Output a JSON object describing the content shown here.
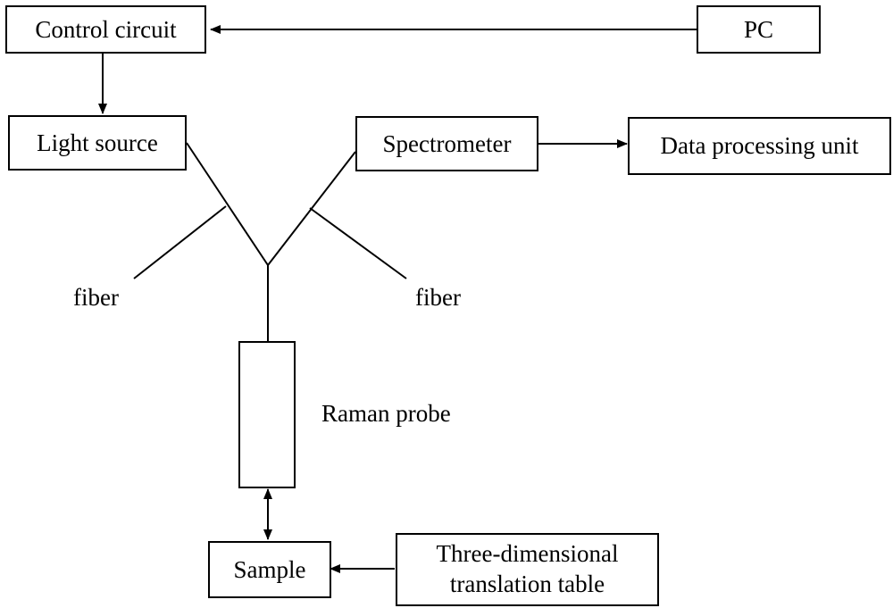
{
  "diagram": {
    "nodes": {
      "control_circuit": "Control circuit",
      "pc": "PC",
      "light_source": "Light source",
      "spectrometer": "Spectrometer",
      "data_processing_unit": "Data processing unit",
      "sample": "Sample",
      "translation_table_line1": "Three-dimensional",
      "translation_table_line2": "translation table"
    },
    "labels": {
      "fiber_left": "fiber",
      "fiber_right": "fiber",
      "raman_probe": "Raman probe"
    },
    "edges": [
      {
        "from": "pc",
        "to": "control_circuit",
        "type": "arrow"
      },
      {
        "from": "control_circuit",
        "to": "light_source",
        "type": "arrow"
      },
      {
        "from": "spectrometer",
        "to": "data_processing_unit",
        "type": "arrow"
      },
      {
        "from": "light_source",
        "to": "raman_probe",
        "type": "fiber"
      },
      {
        "from": "spectrometer",
        "to": "raman_probe",
        "type": "fiber"
      },
      {
        "from": "raman_probe",
        "to": "sample",
        "type": "double-arrow"
      },
      {
        "from": "translation_table",
        "to": "sample",
        "type": "arrow"
      }
    ],
    "colors": {
      "stroke": "#000000",
      "background": "#ffffff"
    }
  }
}
